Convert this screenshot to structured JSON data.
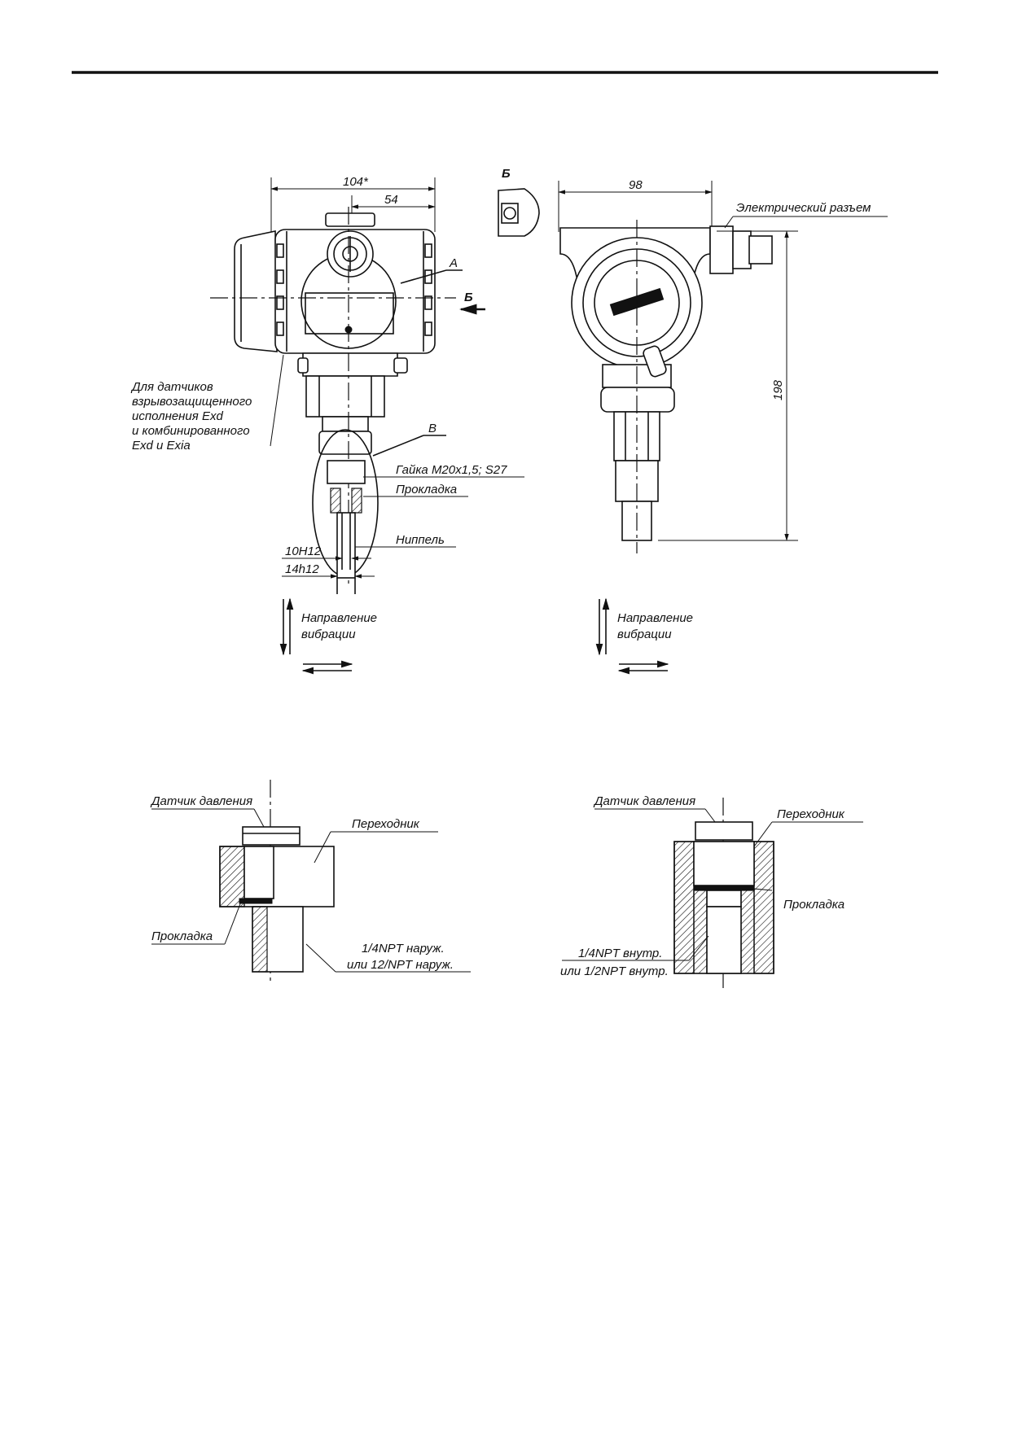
{
  "figure_top": {
    "dimensions": {
      "width_total": "104*",
      "half_width": "54",
      "side_width": "98",
      "height": "198",
      "bore": "10H12",
      "outer": "14h12"
    },
    "view_markers": {
      "view_b": "Б",
      "section_a": "А",
      "section_b": "Б",
      "section_v": "В"
    },
    "labels": {
      "exd_note": [
        "Для датчиков",
        "взрывозащищенного",
        "исполнения Exd",
        "и комбинированного",
        "Exd и Exia"
      ],
      "nut": "Гайка М20х1,5; S27",
      "gasket": "Прокладка",
      "nipple": "Ниппель",
      "connector": "Электрический разъем",
      "vibration_left": [
        "Направление",
        "вибрации"
      ],
      "vibration_right": [
        "Направление",
        "вибрации"
      ]
    }
  },
  "figure_bottom": {
    "left": {
      "sensor": "Датчик давления",
      "adapter": "Переходник",
      "gasket": "Прокладка",
      "thread": [
        "1/4NPT наруж.",
        "или 12/NPT наруж."
      ]
    },
    "right": {
      "sensor": "Датчик давления",
      "adapter": "Переходник",
      "gasket": "Прокладка",
      "thread": [
        "1/4NPT внутр.",
        "или 1/2NPT внутр."
      ]
    }
  }
}
